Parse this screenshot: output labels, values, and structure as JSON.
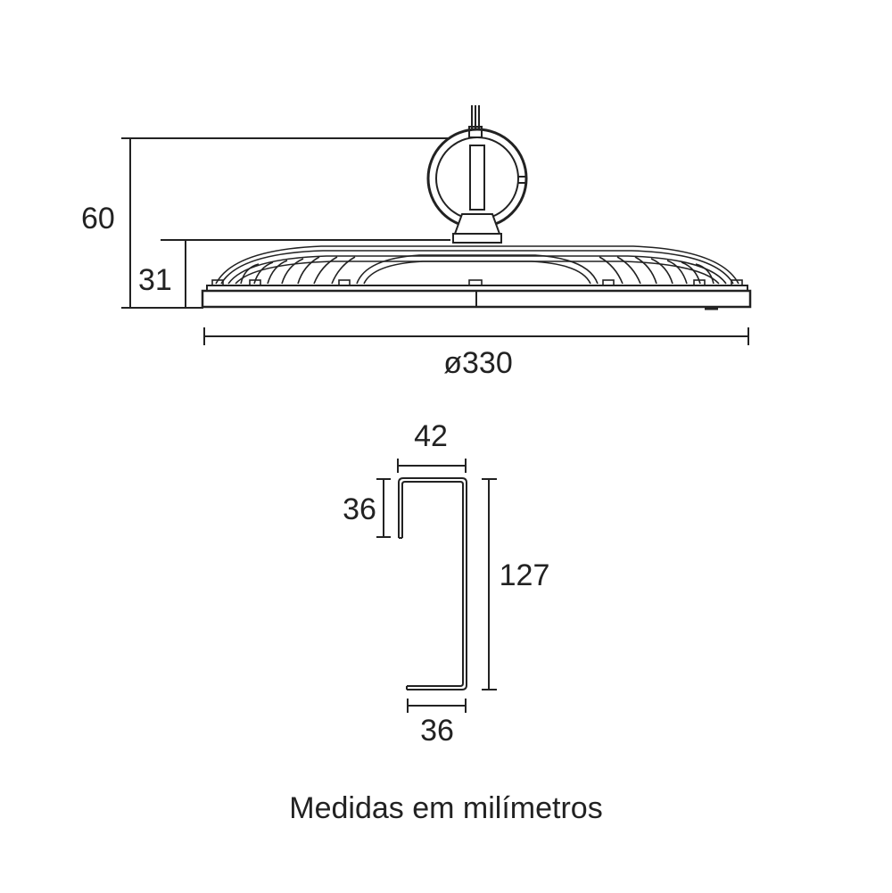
{
  "lamp": {
    "height_total": "60",
    "height_body": "31",
    "diameter": "ø330"
  },
  "bracket": {
    "top_width": "42",
    "top_drop": "36",
    "height": "127",
    "bottom_width": "36"
  },
  "caption": "Medidas em milímetros",
  "colors": {
    "ink": "#222222",
    "background": "#ffffff"
  }
}
